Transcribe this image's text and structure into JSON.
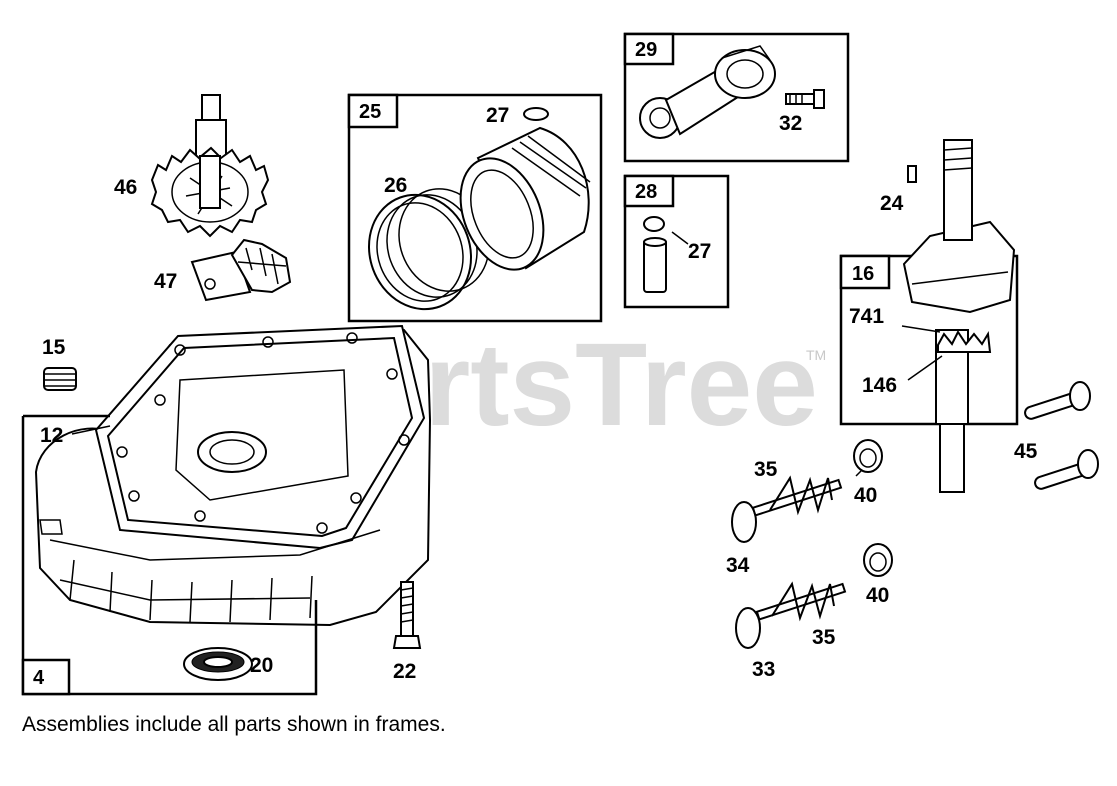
{
  "watermark": {
    "text": "PartsTree",
    "trademark": "TM"
  },
  "note": "Assemblies include all parts shown in frames.",
  "frames": {
    "f25": "25",
    "f29": "29",
    "f28": "28",
    "f16": "16",
    "f4": "4"
  },
  "callouts": {
    "c46": "46",
    "c47": "47",
    "c15": "15",
    "c12": "12",
    "c20": "20",
    "c22": "22",
    "c27a": "27",
    "c26": "26",
    "c32": "32",
    "c27b": "27",
    "c24": "24",
    "c741": "741",
    "c146": "146",
    "c45": "45",
    "c35a": "35",
    "c40a": "40",
    "c34": "34",
    "c40b": "40",
    "c35b": "35",
    "c33": "33"
  }
}
